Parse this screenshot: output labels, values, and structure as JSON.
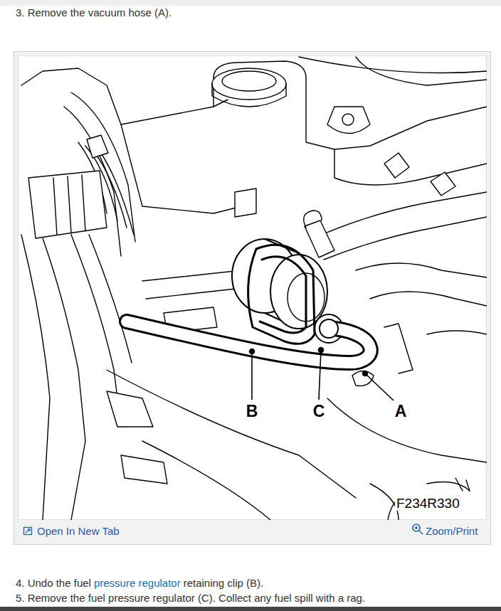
{
  "diagram": {
    "labels": [
      "3. Remove the vacuum hose (A).",
      "B",
      "C",
      "A",
      "F234R330",
      "Open In New Tab",
      "Zoom/Print",
      "4. Undo the fuel",
      "pressure regulator",
      "retaining clip (B).",
      "5. Remove the fuel pressure regulator (C). Collect any fuel spill with a rag."
    ]
  }
}
